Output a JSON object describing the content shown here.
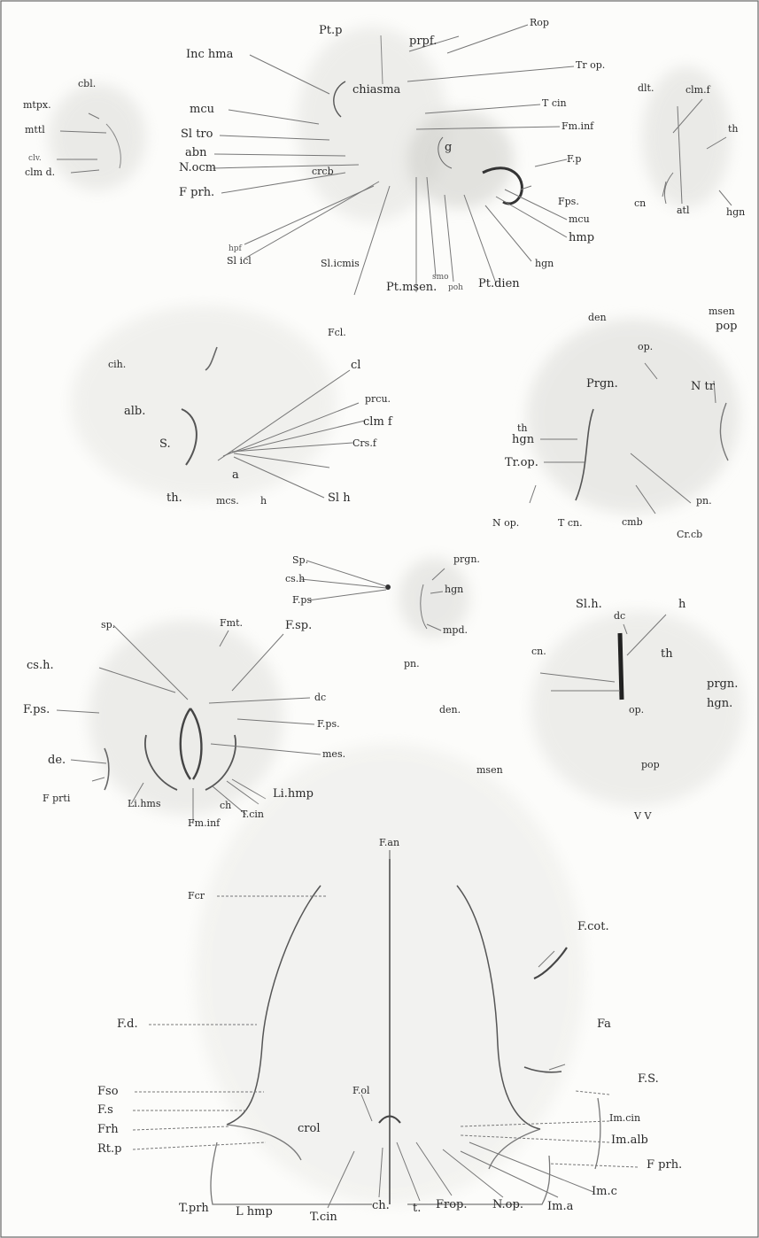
{
  "figure_1": {
    "labels": {
      "pt_p": "Pt.p",
      "prpf": "prpf.",
      "rop": "Rop",
      "tr_op": "Tr op.",
      "t_cin": "T cin",
      "fm_inf": "Fm.inf",
      "inc_hma": "Inc hma",
      "chiasma": "chiasma",
      "mtpx": "mtpx.",
      "cbl": "cbl.",
      "mttl": "mttl",
      "clv": "clv.",
      "clm_d": "clm d.",
      "mcu_left": "mcu",
      "sl_tro": "Sl tro",
      "abn": "abn",
      "n_ocm": "N.ocm",
      "f_prh": "F prh.",
      "crcb": "crcb",
      "f_p": "F.p",
      "f_ps": "Fps.",
      "mcu_right": "mcu",
      "hmp": "hmp",
      "hgn": "hgn",
      "pt_dien": "Pt.dien",
      "poh": "poh",
      "smo": "smo",
      "pt_msen": "Pt.msen.",
      "hpf": "hpf",
      "sl_icl": "Sl icl",
      "sl_icmis": "Sl.icmis",
      "g": "g",
      "dlt": "dlt.",
      "clm_f": "clm.f",
      "th": "th",
      "cn": "cn",
      "atl": "atl",
      "hgn_inset": "hgn"
    }
  },
  "figure_2": {
    "labels": {
      "fcl": "Fcl.",
      "cl": "cl",
      "prcu": "prcu.",
      "clm_f": "clm f",
      "crs_f": "Crs.f",
      "sl_h": "Sl h",
      "cih": "cih.",
      "alb": "alb.",
      "s": "S.",
      "th": "th.",
      "mcs": "mcs.",
      "h": "h",
      "a": "a",
      "den": "den",
      "msen": "msen",
      "pop": "pop",
      "op": "op.",
      "prgn": "Prgn.",
      "n_tr": "N tr",
      "th_r": "th",
      "hgn": "hgn",
      "tr_op": "Tr.op.",
      "n_op": "N op.",
      "t_cn": "T cn.",
      "cmb": "cmb",
      "cr_cb": "Cr.cb",
      "pn": "pn."
    }
  },
  "figure_3": {
    "labels": {
      "sp": "Sp.",
      "csh": "cs.h",
      "f_ps": "F.ps",
      "prgn": "prgn.",
      "hgn": "hgn",
      "mpd": "mpd.",
      "pn": "pn.",
      "sp2": "sp.",
      "fmt": "Fmt.",
      "f_sp": "F.sp.",
      "cs_h": "cs.h.",
      "dc": "dc",
      "f_ps_left": "F.ps.",
      "f_ps_right": "F.ps.",
      "mes": "mes.",
      "de": "de.",
      "f_prti": "F prti",
      "li_hms": "Li.hms",
      "ch": "ch",
      "fm_inf": "Fm.inf",
      "t_cin": "T.cin",
      "li_hmp": "Li.hmp",
      "den": "den.",
      "msen": "msen",
      "sl_h": "Sl.h.",
      "dc_r": "dc",
      "h": "h",
      "th": "th",
      "cn": "cn.",
      "prgn_r": "prgn.",
      "hgn_r": "hgn.",
      "op": "op.",
      "pop": "pop",
      "vv": "V V"
    }
  },
  "figure_4": {
    "labels": {
      "fan": "F.an",
      "fcr": "Fcr",
      "f_cot": "F.cot.",
      "fd": "F.d.",
      "fa": "Fa",
      "fso": "Fso",
      "fs": "F.s",
      "f_s_right": "F.S.",
      "frh": "Frh",
      "rtp": "Rt.p",
      "fol": "F.ol",
      "crol": "crol",
      "im_cin": "Im.cin",
      "im_alb": "Im.alb",
      "f_prh": "F prh.",
      "im_c": "Im.c",
      "t_prh": "T.prh",
      "l_hmp": "L hmp",
      "t_cin": "T.cin",
      "ch": "ch.",
      "t": "t.",
      "frop": "Frop.",
      "n_op": "N.op.",
      "im_a": "Im.a"
    }
  },
  "colors": {
    "ink": "#2a2a2a",
    "leader": "#555555",
    "shade": "#9a9a9a",
    "paper": "#fcfcfa"
  }
}
